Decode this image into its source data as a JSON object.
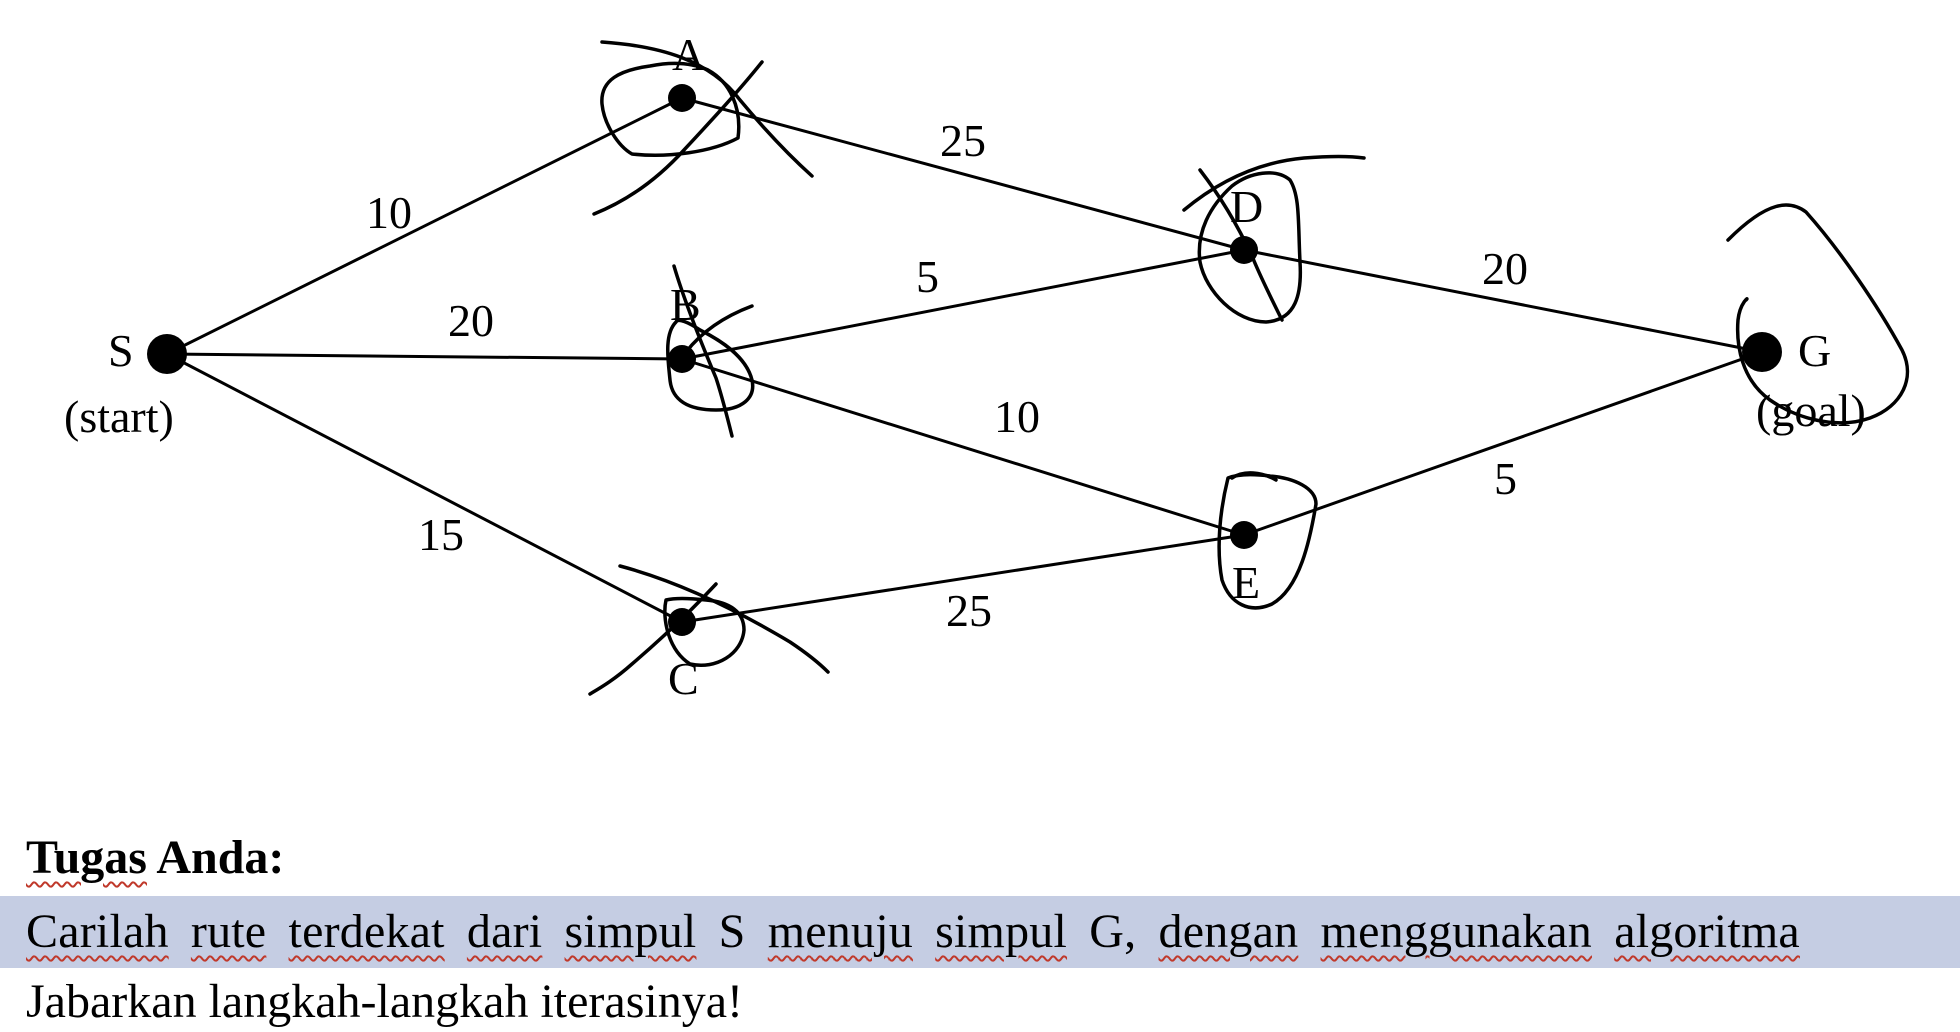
{
  "graph": {
    "nodes": {
      "S": "S",
      "S_sub": "(start)",
      "A": "A",
      "B": "B",
      "C": "C",
      "D": "D",
      "E": "E",
      "G": "G",
      "G_sub": "(goal)"
    },
    "edges": {
      "S_A": "10",
      "S_B": "20",
      "S_C": "15",
      "A_D": "25",
      "B_D": "5",
      "B_E": "10",
      "C_E": "25",
      "D_G": "20",
      "E_G": "5"
    }
  },
  "task": {
    "heading_word1": "Tugas",
    "heading_word2": "Anda:",
    "line1_words": [
      "Carilah",
      "rute",
      "terdekat",
      "dari",
      "simpul",
      "S",
      "menuju",
      "simpul",
      "G,",
      "dengan",
      "menggunakan",
      "algoritma"
    ],
    "line2": "Jabarkan langkah-langkah iterasinya!"
  }
}
